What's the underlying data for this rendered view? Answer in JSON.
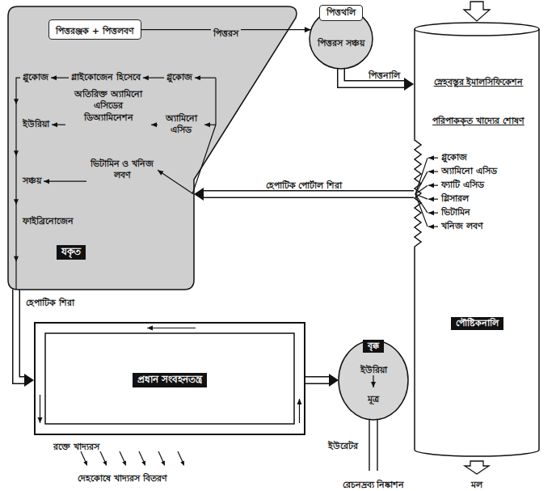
{
  "diagram": {
    "nodes": [
      {
        "text": [
          "যকৃত"
        ]
      },
      {
        "text": [
          "পিত্তরঞ্জক + পিত্তলবণ"
        ],
        "in": 0
      },
      {
        "text": [
          "পিত্তথলি",
          "পিত্তরস সঞ্চয়"
        ]
      },
      {
        "text": [
          "স্নেহবস্তুর ইমালসিফিকেশন",
          "পরিপাককৃত খাদ্যের শোষণ",
          "গ্লুকোজ",
          "অ্যামিনো এসিড",
          "ফ্যাটি এসিড",
          "গ্লিসারল",
          "ভিটামিন",
          "খনিজ লবণ",
          "পৌষ্টিকনালি"
        ]
      },
      {
        "text": [
          "প্রধান সংবহনতন্ত্র"
        ]
      },
      {
        "text": [
          "বৃক্ক",
          "ইউরিয়া",
          "মূত্র"
        ]
      }
    ],
    "edges": [
      {
        "from": 1,
        "to": 2,
        "arrow": "to",
        "label": "পিত্তরস"
      },
      {
        "from": 2,
        "to": 3,
        "arrow": "to",
        "label": "পিত্তনালি"
      },
      {
        "from": 3,
        "to": 0,
        "arrow": "to",
        "label": "হেপাটিক পোর্টাল শিরা"
      },
      {
        "from": 0,
        "to": 4,
        "arrow": "to",
        "label": "হেপাটিক শিরা"
      },
      {
        "from": 4,
        "to": 5,
        "arrow": "to"
      }
    ],
    "labels": [
      "গ্লুকোজ",
      "গ্লাইকোজেন হিসেবে",
      "গ্লুকোজ",
      "অতিরিক্ত অ্যামিনো এসিডের ডিঅ্যামিনেশন",
      "ইউরিয়া",
      "অ্যামিনো এসিড",
      "ভিটামিন ও খনিজ লবণ",
      "সঞ্চয়",
      "ফাইব্রিনোজেন",
      "মল",
      "রক্তে খাদ্যরস",
      "দেহকোষে খাদ্যরস বিতরণ",
      "ইউরেটর",
      "রেচনদ্রব্য নিষ্কাশন"
    ]
  }
}
